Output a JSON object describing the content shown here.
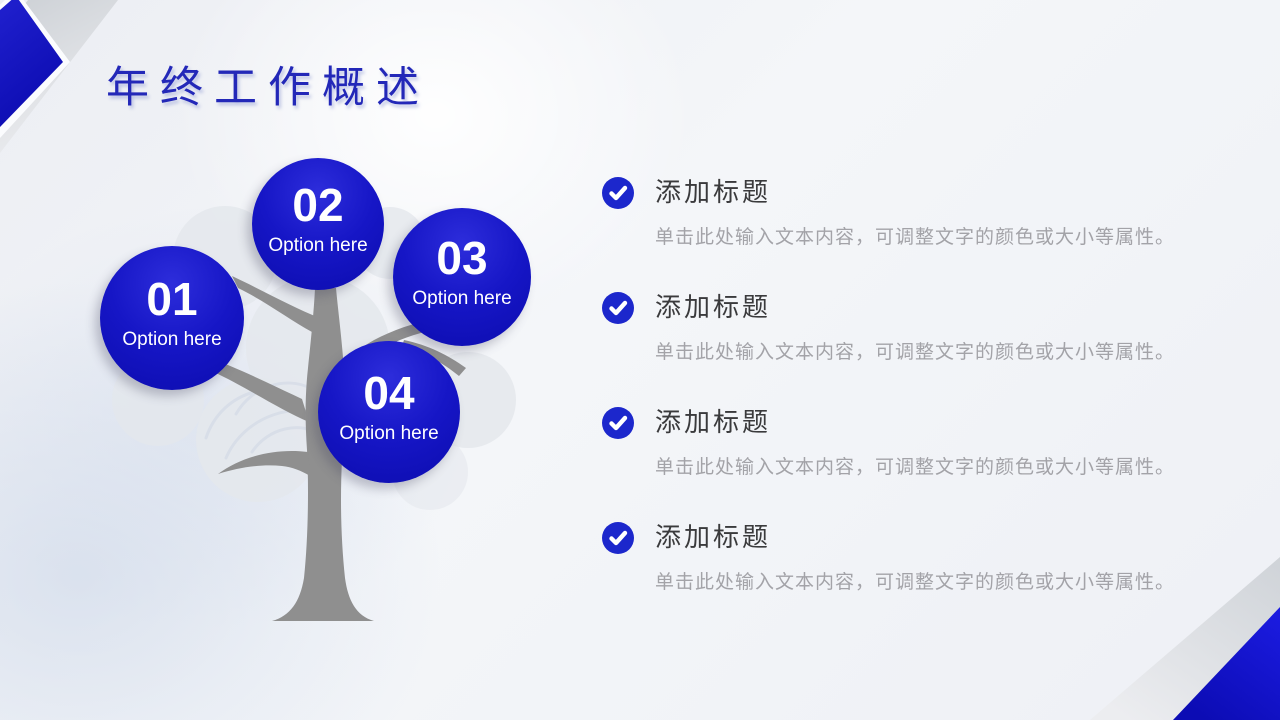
{
  "slide": {
    "title": "年终工作概述"
  },
  "tree": {
    "nodes": [
      {
        "number": "01",
        "label": "Option here"
      },
      {
        "number": "02",
        "label": "Option here"
      },
      {
        "number": "03",
        "label": "Option here"
      },
      {
        "number": "04",
        "label": "Option here"
      }
    ]
  },
  "sections": [
    {
      "heading": "添加标题",
      "body": "单击此处输入文本内容，可调整文字的颜色或大小等属性。"
    },
    {
      "heading": "添加标题",
      "body": "单击此处输入文本内容，可调整文字的颜色或大小等属性。"
    },
    {
      "heading": "添加标题",
      "body": "单击此处输入文本内容，可调整文字的颜色或大小等属性。"
    },
    {
      "heading": "添加标题",
      "body": "单击此处输入文本内容，可调整文字的颜色或大小等属性。"
    }
  ],
  "icons": {
    "bullet": "checkmark-circle"
  },
  "colors": {
    "accent_blue": "#1414cd",
    "node_blue_top": "#2d2ddb",
    "node_blue_bottom": "#0c0cae",
    "title_blue": "#2328b8",
    "heading_text": "#3a3a3c",
    "body_text": "#a3a3a8",
    "trunk_gray": "#8f8f8f",
    "corner_gray": "#d3d6da"
  }
}
